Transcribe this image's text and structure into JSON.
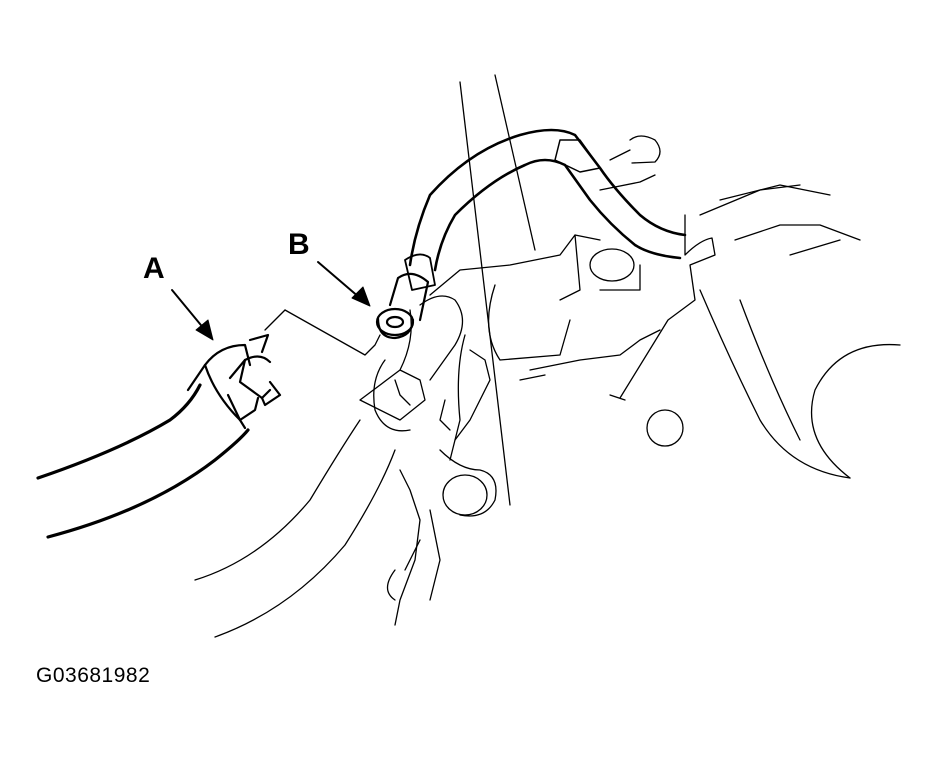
{
  "callouts": {
    "a": "A",
    "b": "B"
  },
  "figure_id": "G03681982",
  "colors": {
    "line": "#000000",
    "background": "#ffffff"
  }
}
